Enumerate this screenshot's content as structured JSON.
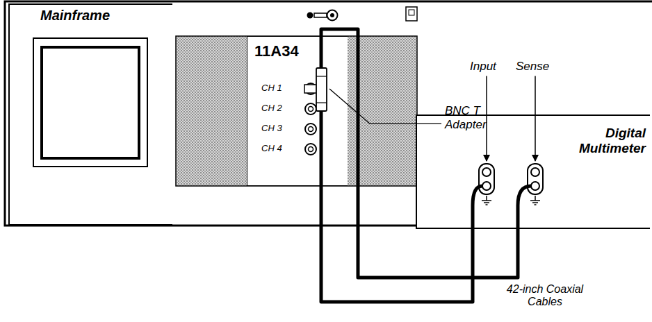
{
  "diagram": {
    "nodes": [
      {
        "text": [
          "Mainframe"
        ]
      },
      {
        "text": [
          "11A34",
          "CH 1",
          "CH 2",
          "CH 3",
          "CH 4"
        ]
      },
      {
        "text": [
          "Digital Multimeter"
        ]
      }
    ],
    "edges": [
      {
        "from": 1,
        "to": 2,
        "arrow": "none"
      },
      {
        "from": 1,
        "to": 2,
        "arrow": "none"
      }
    ],
    "labels": [
      "BNC T Adapter",
      "Input",
      "Sense",
      "42-inch Coaxial Cables"
    ]
  }
}
